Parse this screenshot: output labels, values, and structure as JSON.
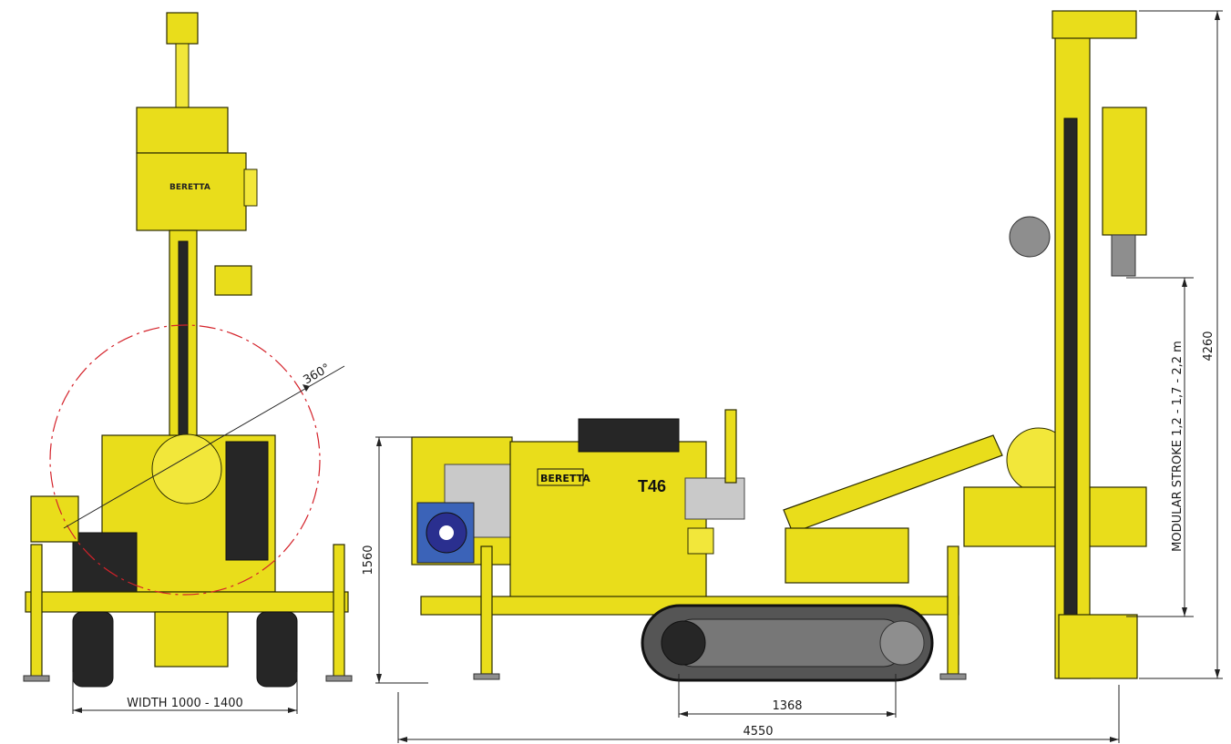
{
  "labels": {
    "width": "WIDTH 1000 - 1400",
    "rotation": "360°",
    "height_body": "1560",
    "track_length": "1368",
    "total_length": "4550",
    "stroke": "MODULAR STROKE 1,2 - 1,7 - 2,2 m",
    "total_height": "4260",
    "brand": "BERETTA",
    "model": "T46"
  },
  "colors": {
    "machine_yellow": "#e9dd1b",
    "dark": "#262626",
    "rotation_circle": "#d4222a",
    "blue_panel": "#3b63b8"
  }
}
